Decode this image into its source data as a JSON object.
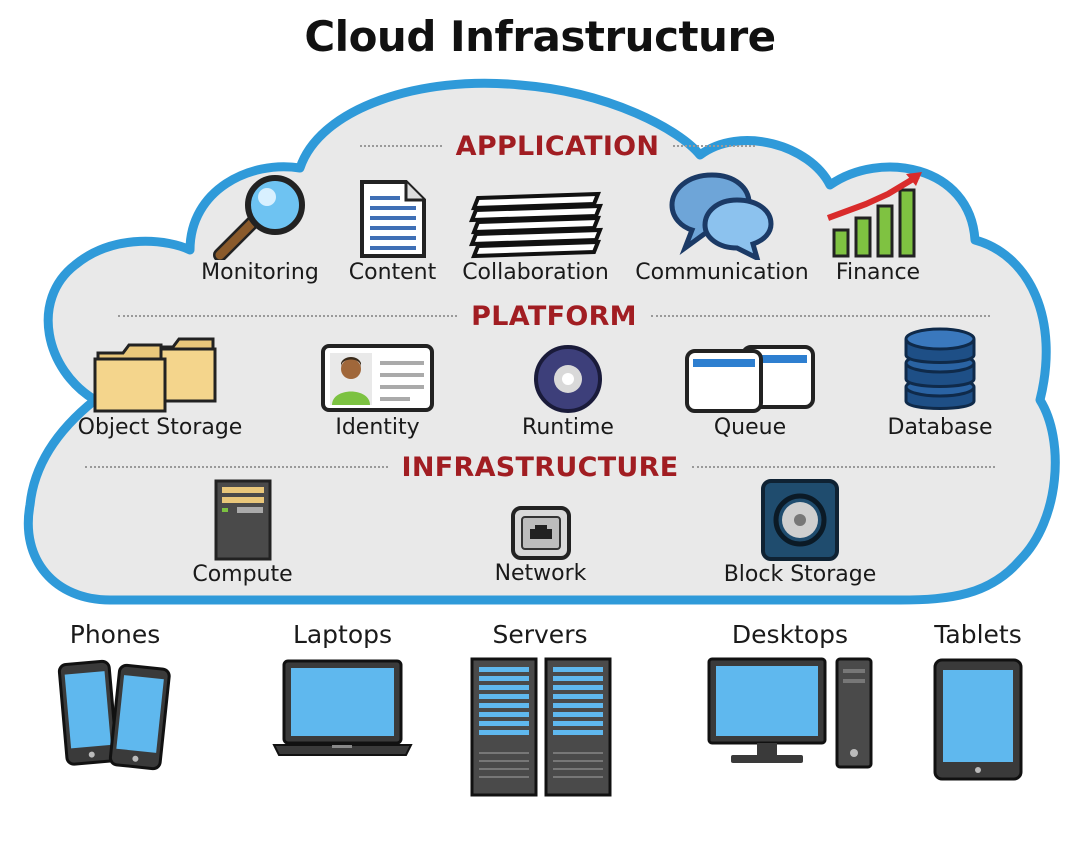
{
  "title": "Cloud Infrastructure",
  "sections": {
    "application": "APPLICATION",
    "platform": "PLATFORM",
    "infrastructure": "INFRASTRUCTURE"
  },
  "application": [
    {
      "label": "Monitoring",
      "icon": "magnifier-icon"
    },
    {
      "label": "Content",
      "icon": "document-icon"
    },
    {
      "label": "Collaboration",
      "icon": "stacked-papers-icon"
    },
    {
      "label": "Communication",
      "icon": "speech-bubbles-icon"
    },
    {
      "label": "Finance",
      "icon": "bar-chart-icon"
    }
  ],
  "platform": [
    {
      "label": "Object Storage",
      "icon": "folders-icon"
    },
    {
      "label": "Identity",
      "icon": "id-card-icon"
    },
    {
      "label": "Runtime",
      "icon": "disc-icon"
    },
    {
      "label": "Queue",
      "icon": "queue-windows-icon"
    },
    {
      "label": "Database",
      "icon": "database-icon"
    }
  ],
  "infrastructure": [
    {
      "label": "Compute",
      "icon": "server-tower-icon"
    },
    {
      "label": "Network",
      "icon": "network-port-icon"
    },
    {
      "label": "Block Storage",
      "icon": "hard-drive-icon"
    }
  ],
  "devices": [
    {
      "label": "Phones",
      "icon": "phones-icon"
    },
    {
      "label": "Laptops",
      "icon": "laptop-icon"
    },
    {
      "label": "Servers",
      "icon": "server-racks-icon"
    },
    {
      "label": "Desktops",
      "icon": "desktop-icon"
    },
    {
      "label": "Tablets",
      "icon": "tablet-icon"
    }
  ],
  "colors": {
    "cloud_fill": "#e9e9e9",
    "cloud_stroke": "#2f9ad9",
    "section_label": "#a11d22",
    "screen_blue": "#5fb8ee"
  }
}
